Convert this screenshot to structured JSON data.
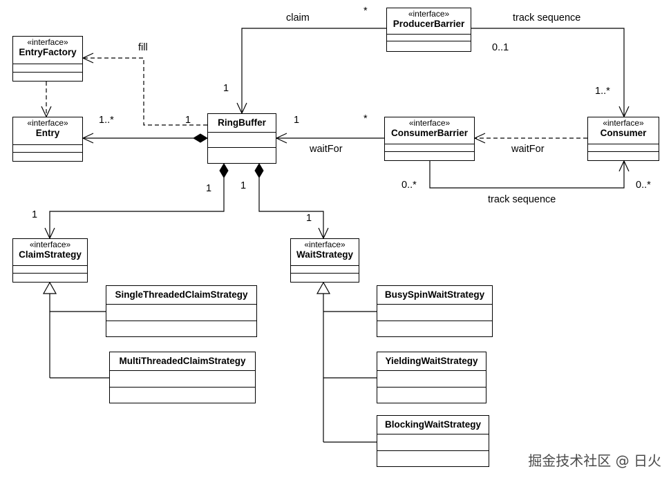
{
  "classes": {
    "producer_barrier": {
      "stereotype": "«interface»",
      "name": "ProducerBarrier"
    },
    "entry_factory": {
      "stereotype": "«interface»",
      "name": "EntryFactory"
    },
    "entry": {
      "stereotype": "«interface»",
      "name": "Entry"
    },
    "ring_buffer": {
      "name": "RingBuffer"
    },
    "consumer_barrier": {
      "stereotype": "«interface»",
      "name": "ConsumerBarrier"
    },
    "consumer": {
      "stereotype": "«interface»",
      "name": "Consumer"
    },
    "claim_strategy": {
      "stereotype": "«interface»",
      "name": "ClaimStrategy"
    },
    "wait_strategy": {
      "stereotype": "«interface»",
      "name": "WaitStrategy"
    },
    "single_threaded": {
      "name": "SingleThreadedClaimStrategy"
    },
    "multi_threaded": {
      "name": "MultiThreadedClaimStrategy"
    },
    "busy_spin": {
      "name": "BusySpinWaitStrategy"
    },
    "yielding": {
      "name": "YieldingWaitStrategy"
    },
    "blocking": {
      "name": "BlockingWaitStrategy"
    }
  },
  "labels": {
    "claim": "claim",
    "claim_star": "*",
    "claim_one": "1",
    "track_sequence_top": "track sequence",
    "track_top_0_1": "0..1",
    "track_top_1_star": "1..*",
    "fill": "fill",
    "fill_one": "1",
    "entry_1_star": "1..*",
    "wait_for_left": "waitFor",
    "wait_for_left_one": "1",
    "wait_for_left_star": "*",
    "wait_for_right": "waitFor",
    "track_sequence_bottom": "track sequence",
    "track_bottom_0_star_left": "0..*",
    "track_bottom_0_star_right": "0..*",
    "claim_strategy_one_top": "1",
    "claim_strategy_one_bottom": "1",
    "wait_strategy_one_top": "1",
    "wait_strategy_one_bottom": "1"
  },
  "watermark": "掘金技术社区 @ 日火"
}
